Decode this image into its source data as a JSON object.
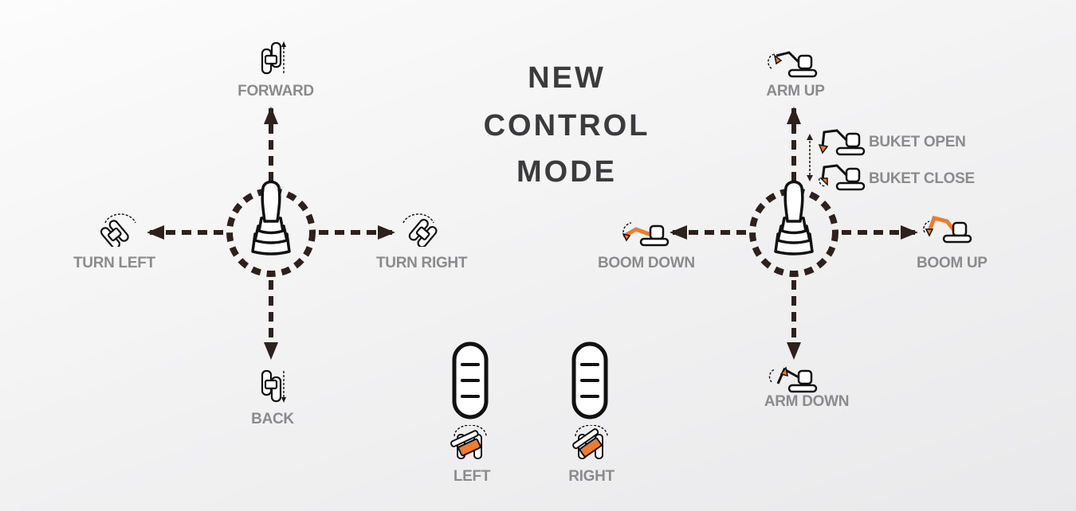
{
  "title": {
    "line1": "NEW",
    "line2": "CONTROL",
    "line3": "MODE"
  },
  "left_joystick": {
    "forward": "FORWARD",
    "back": "BACK",
    "turn_left": "TURN LEFT",
    "turn_right": "TURN RIGHT"
  },
  "right_joystick": {
    "arm_up": "ARM UP",
    "arm_down": "ARM DOWN",
    "boom_down": "BOOM DOWN",
    "boom_up": "BOOM UP",
    "bucket_open": "BUKET OPEN",
    "bucket_close": "BUKET CLOSE"
  },
  "pedals": {
    "left": "LEFT",
    "right": "RIGHT"
  },
  "colors": {
    "accent": "#ee7d2b",
    "arrow": "#2d211d",
    "label": "#8b8b8d",
    "title": "#3b3b3d"
  }
}
